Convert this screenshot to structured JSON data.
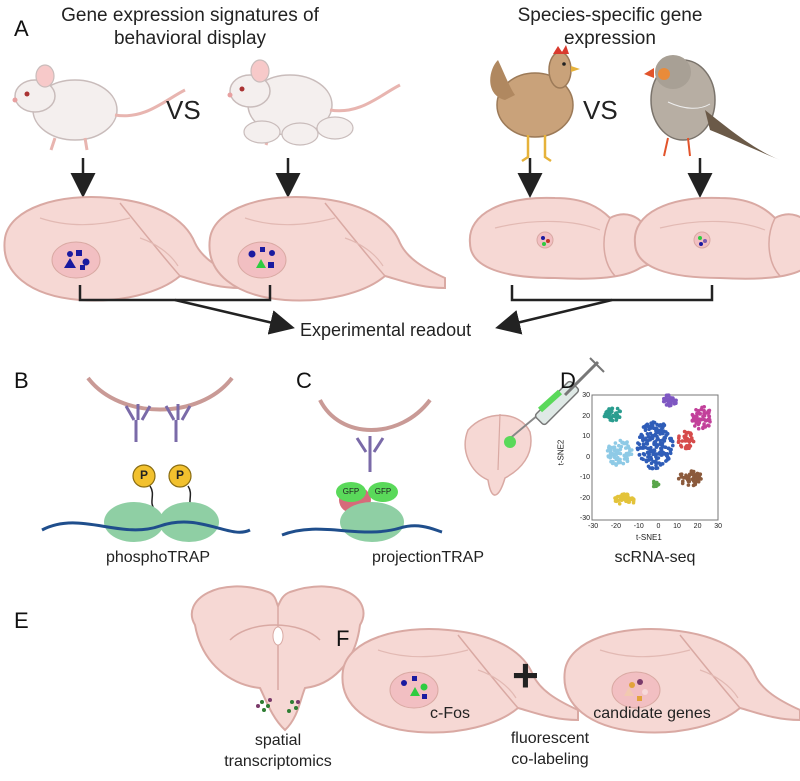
{
  "panels": {
    "a": {
      "letter": "A",
      "title_left_l1": "Gene expression signatures of",
      "title_left_l2": "behavioral display",
      "title_right_l1": "Species-specific gene",
      "title_right_l2": "expression",
      "vs_left": "VS",
      "vs_right": "VS",
      "readout": "Experimental readout"
    },
    "b": {
      "letter": "B",
      "caption": "phosphoTRAP",
      "p_label": "P"
    },
    "c": {
      "letter": "C",
      "caption": "projectionTRAP",
      "gfp_label": "GFP"
    },
    "d": {
      "letter": "D",
      "caption": "scRNA-seq",
      "xlabel": "t-SNE1",
      "ylabel": "t-SNE2",
      "xticks": [
        "-30",
        "-20",
        "-10",
        "0",
        "10",
        "20",
        "30"
      ],
      "yticks": [
        "30",
        "20",
        "10",
        "0",
        "-10",
        "-20",
        "-30"
      ]
    },
    "e": {
      "letter": "E",
      "caption_l1": "spatial",
      "caption_l2": "transcriptomics"
    },
    "f": {
      "letter": "F",
      "caption_left": "c-Fos",
      "caption_right": "candidate genes",
      "caption_bottom_l1": "fluorescent",
      "caption_bottom_l2": "co-labeling",
      "plus": "+"
    }
  },
  "colors": {
    "brain_fill": "#f6d8d4",
    "brain_stroke": "#d9a9a3",
    "membrane": "#c99a96",
    "antibody": "#7a6aa8",
    "p_circle": "#f2c12e",
    "ribosome": "#8fcfa4",
    "rna": "#1f4e8c",
    "gfp": "#5ad95a",
    "arrow": "#222222",
    "marker_blue": "#1a1aa0",
    "marker_green": "#2ecc40"
  },
  "icons": [
    "mouse-icon",
    "mother-mouse-with-pups-icon",
    "chicken-icon",
    "finch-icon",
    "mouse-brain-icon",
    "bird-brain-icon",
    "syringe-icon",
    "coronal-brain-icon"
  ]
}
